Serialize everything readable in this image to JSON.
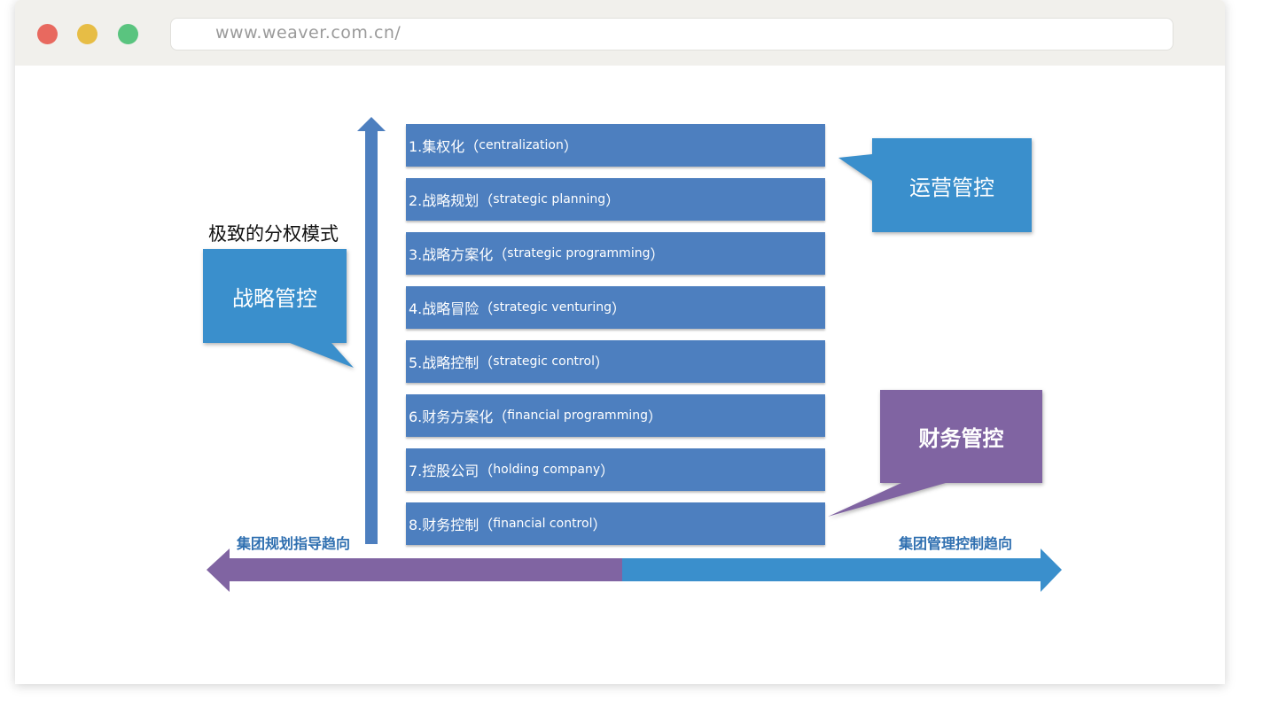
{
  "browser": {
    "url": "www.weaver.com.cn/"
  },
  "diagram": {
    "extreme_label": "极致的分权模式",
    "modes": [
      {
        "cn": "1.集权化（",
        "en": "centralization",
        "end": "）"
      },
      {
        "cn": "2.战略规划（",
        "en": "strategic planning",
        "end": "）"
      },
      {
        "cn": "3.战略方案化（",
        "en": "strategic programming",
        "end": "）"
      },
      {
        "cn": "4.战略冒险（",
        "en": "strategic venturing",
        "end": "）"
      },
      {
        "cn": "5.战略控制（",
        "en": "strategic control",
        "end": "）"
      },
      {
        "cn": "6.财务方案化（",
        "en": "financial programming",
        "end": "）"
      },
      {
        "cn": "7.控股公司（",
        "en": "holding company",
        "end": "）"
      },
      {
        "cn": "8.财务控制（",
        "en": "financial control",
        "end": "）"
      }
    ],
    "callouts": {
      "operational": "运营管控",
      "strategic": "战略管控",
      "financial": "财务管控"
    },
    "axis": {
      "left_label": "集团规划指导趋向",
      "right_label": "集团管理控制趋向"
    },
    "colors": {
      "bar": "#4d7fbf",
      "callout_blue": "#3a8fcc",
      "callout_purple": "#8064a2",
      "arrow_blue": "#3a8fcc",
      "arrow_purple": "#8064a2"
    }
  }
}
